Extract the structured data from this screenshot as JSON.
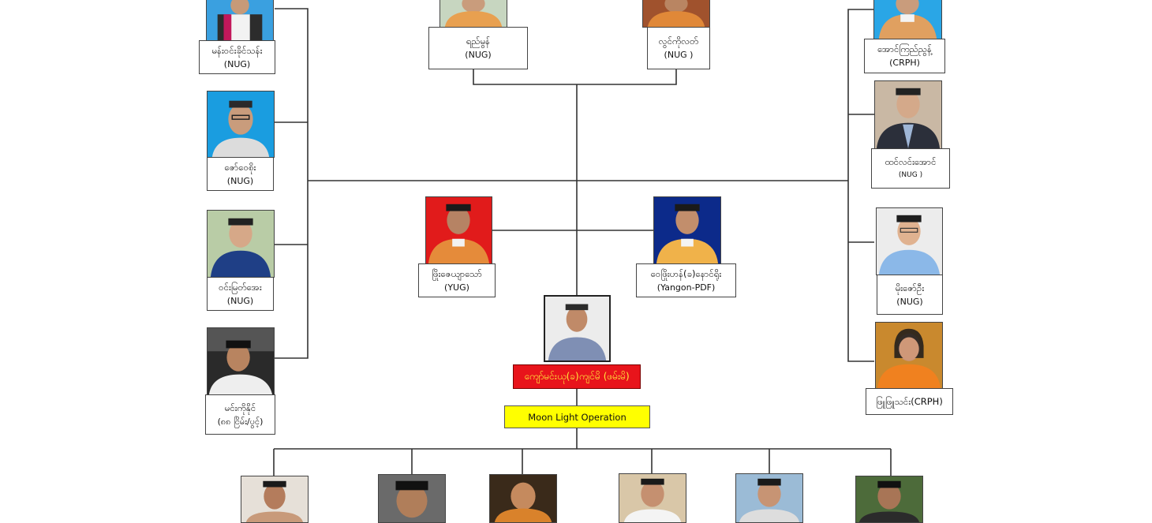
{
  "people": {
    "mann_win_khaing_than": {
      "name": "မန်းဝင်းခိုင်သန်း",
      "org": "(NUG)"
    },
    "zaw_wai_soe": {
      "name": "ဇော်ဝေစိုး",
      "org": "(NUG)"
    },
    "win_myat_aye": {
      "name": "ဝင်းမြတ်အေး",
      "org": "(NUG)"
    },
    "min_ko_naing": {
      "name": "မင်းကိုနိုင်",
      "org": "(၈၈ ငြိမ်း/ပွင့်)"
    },
    "yee_mon": {
      "name": "ရည်မွန်",
      "org": "(NUG)"
    },
    "lwin_ko_latt": {
      "name": "လွင်ကိုလတ်",
      "org": "(NUG )"
    },
    "aung_kyaw_ngwe": {
      "name": "အောင်ကြည်ညွန့်",
      "org": "(CRPH)"
    },
    "htin_lin_aung": {
      "name": "ထင်လင်းအောင်",
      "org": "(NUG )"
    },
    "moe_zaw_oo": {
      "name": "မိုးဇော်ဦး",
      "org": "(NUG)"
    },
    "phyu_phyu_thin": {
      "name": "ဖြူဖြူသင်း(CRPH)"
    },
    "phyo_zeya_thaw": {
      "name": "ဖြိုးဇေယျာသော်",
      "org": "(YUG)"
    },
    "wai_phyo_han": {
      "name": "ဝေဖြိုးဟန်(ခ)နောင်ရိုး",
      "org": "(Yangon-PDF)"
    }
  },
  "center": {
    "name": "ကျော်မင်းယု(ခ)ကျင်မိ (ဖမ်းမိ)",
    "operation": "Moon Light Operation"
  },
  "colors": {
    "red_box": "#e8141b",
    "red_text": "#ffeb3b",
    "yellow_box": "#ffff00",
    "line": "#333333"
  }
}
